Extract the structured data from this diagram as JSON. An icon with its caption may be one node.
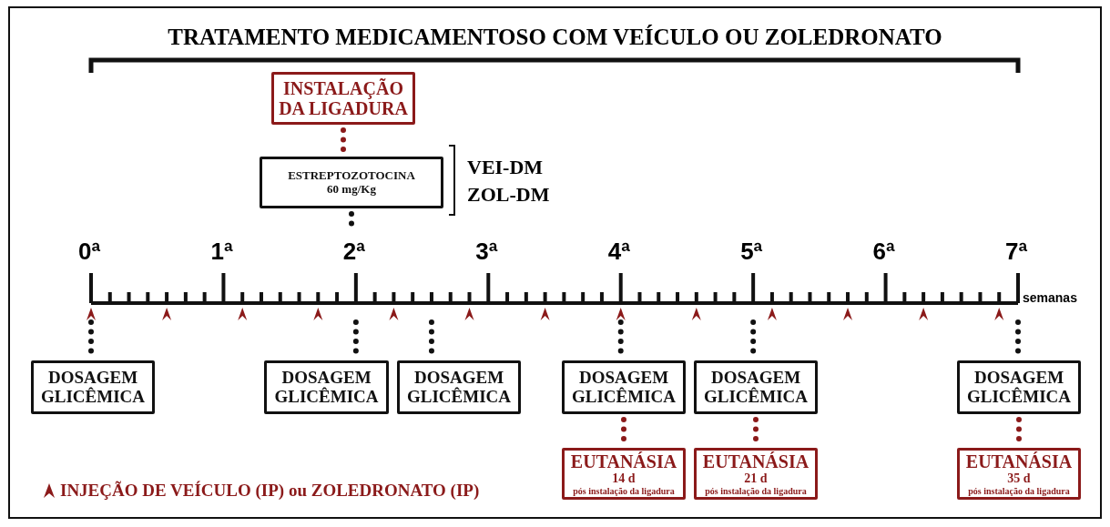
{
  "diagram": {
    "title": "TRATAMENTO MEDICAMENTOSO COM VEÍCULO OU ZOLEDRONATO",
    "nodes": [
      {
        "text": [
          "INSTALAÇÃO DA LIGADURA"
        ]
      },
      {
        "text": [
          "ESTREPTOZOTOCINA",
          "60 mg/Kg"
        ]
      },
      {
        "text": [],
        "shape": "bar",
        "beside": [
          "0ª",
          "1ª",
          "2ª",
          "3ª",
          "4ª",
          "5ª",
          "6ª",
          "7ª",
          "semanas"
        ]
      },
      {
        "text": [
          "DOSAGEM GLICÊMICA"
        ]
      },
      {
        "text": [
          "DOSAGEM GLICÊMICA"
        ]
      },
      {
        "text": [
          "DOSAGEM GLICÊMICA"
        ]
      },
      {
        "text": [
          "DOSAGEM GLICÊMICA"
        ]
      },
      {
        "text": [
          "DOSAGEM GLICÊMICA"
        ]
      },
      {
        "text": [
          "DOSAGEM GLICÊMICA"
        ]
      },
      {
        "text": [
          "EUTANÁSIA",
          "14 d",
          "pós instalação da ligadura"
        ]
      },
      {
        "text": [
          "EUTANÁSIA",
          "21 d",
          "pós instalação da ligadura"
        ]
      },
      {
        "text": [
          "EUTANÁSIA",
          "35 d",
          "pós instalação da ligadura"
        ]
      }
    ],
    "edges": [
      {
        "from": 0,
        "to": 1,
        "arrow": "none",
        "color": "#8b1a1a"
      },
      {
        "from": 1,
        "to": 2,
        "arrow": "none"
      },
      {
        "from": 2,
        "to": 3,
        "arrow": "none"
      },
      {
        "from": 2,
        "to": 4,
        "arrow": "none"
      },
      {
        "from": 2,
        "to": 5,
        "arrow": "none"
      },
      {
        "from": 2,
        "to": 6,
        "arrow": "none"
      },
      {
        "from": 2,
        "to": 7,
        "arrow": "none"
      },
      {
        "from": 2,
        "to": 8,
        "arrow": "none"
      },
      {
        "from": 6,
        "to": 9,
        "arrow": "none",
        "color": "#8b1a1a"
      },
      {
        "from": 7,
        "to": 10,
        "arrow": "none",
        "color": "#8b1a1a"
      },
      {
        "from": 8,
        "to": 11,
        "arrow": "none",
        "color": "#8b1a1a"
      }
    ],
    "labels": [
      "VEI-DM",
      "ZOL-DM"
    ],
    "legend": [
      {
        "text": "INJEÇÃO DE VEÍCULO (IP) ou ZOLEDRONATO (IP)"
      }
    ]
  }
}
